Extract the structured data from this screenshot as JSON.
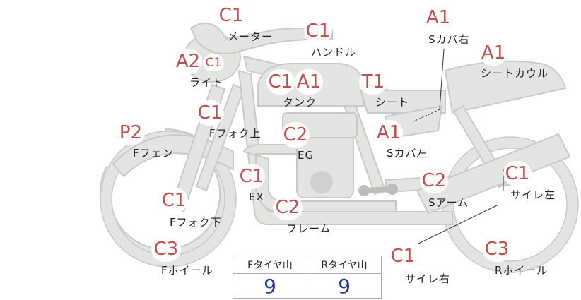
{
  "parts": [
    {
      "id": "meter",
      "code": "C1",
      "label": "メーター"
    },
    {
      "id": "handle",
      "code": "C1",
      "label": "ハンドル"
    },
    {
      "id": "light",
      "code": "A2",
      "code2": "C1",
      "label": "ライト"
    },
    {
      "id": "tank",
      "code": "C1",
      "code2": "A1",
      "label": "タンク"
    },
    {
      "id": "seat",
      "code": "T1",
      "label": "シート"
    },
    {
      "id": "side-cover-r",
      "code": "A1",
      "label": "Sカバ右"
    },
    {
      "id": "seat-cowl",
      "code": "A1",
      "label": "シートカウル"
    },
    {
      "id": "side-cover-l",
      "code": "A1",
      "label": "Sカバ左"
    },
    {
      "id": "fork-upper",
      "code": "C1",
      "label": "Fフォク上"
    },
    {
      "id": "engine",
      "code": "C2",
      "label": "EG"
    },
    {
      "id": "front-fender",
      "code": "P2",
      "label": "Fフェン"
    },
    {
      "id": "exhaust",
      "code": "C1",
      "label": "EX"
    },
    {
      "id": "swingarm",
      "code": "C2",
      "label": "Sアーム"
    },
    {
      "id": "muffler-l",
      "code": "C1",
      "label": "サイレ左"
    },
    {
      "id": "fork-lower",
      "code": "C1",
      "label": "Fフォク下"
    },
    {
      "id": "frame",
      "code": "C2",
      "label": "フレーム"
    },
    {
      "id": "front-wheel",
      "code": "C3",
      "label": "Fホイール"
    },
    {
      "id": "muffler-r",
      "code": "C1",
      "label": "サイレ右"
    },
    {
      "id": "rear-wheel",
      "code": "C3",
      "label": "Rホイール"
    }
  ],
  "tread_table": {
    "front_header": "Fタイヤ山",
    "rear_header": "Rタイヤ山",
    "front_value": "9",
    "rear_value": "9"
  },
  "colors": {
    "code": "#c0504d",
    "tread_value": "#1f3b8a",
    "silhouette_fill": "#e4e4e2",
    "silhouette_stroke": "#c9c9c7"
  }
}
